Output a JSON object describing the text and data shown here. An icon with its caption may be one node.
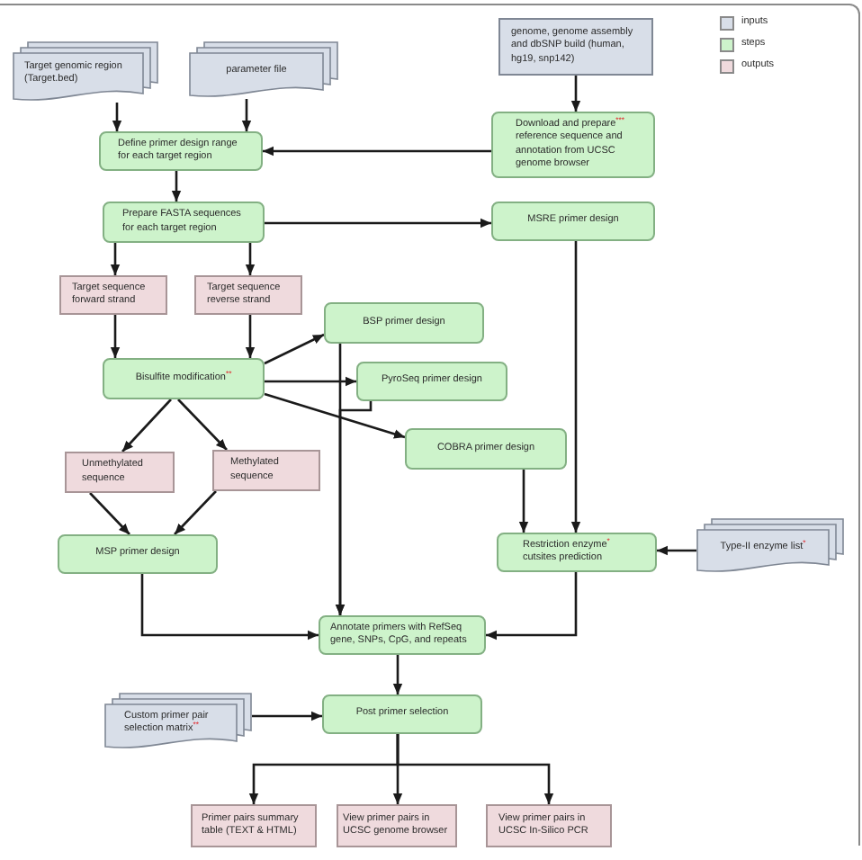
{
  "diagram": {
    "nodes": [
      {
        "text": [
          "Target genomic region (Target.bed)"
        ]
      },
      {
        "text": [
          "parameter file"
        ]
      },
      {
        "text": [
          "genome, genome assembly and dbSNP build (human, hg19, snp142)"
        ]
      },
      {
        "text": [
          "Define primer design range for each target region"
        ]
      },
      {
        "text": [
          "Download and prepare$^{***}$ reference sequence and annotation from UCSC genome browser"
        ]
      },
      {
        "text": [
          "Prepare FASTA sequences for each target region"
        ]
      },
      {
        "text": [
          "MSRE primer design"
        ]
      },
      {
        "text": [
          "Target sequence forward strand"
        ]
      },
      {
        "text": [
          "Target sequence reverse strand"
        ]
      },
      {
        "text": [
          "BSP primer design"
        ]
      },
      {
        "text": [
          "Bisulfite modification$^{**}$"
        ]
      },
      {
        "text": [
          "PyroSeq primer design"
        ]
      },
      {
        "text": [
          "COBRA primer design"
        ]
      },
      {
        "text": [
          "Unmethylated sequence"
        ]
      },
      {
        "text": [
          "Methylated sequence"
        ]
      },
      {
        "text": [
          "MSP primer design"
        ]
      },
      {
        "text": [
          "Restriction enzyme$^{*}$ cutsites prediction"
        ]
      },
      {
        "text": [
          "Type-II enzyme list$^{*}$"
        ]
      },
      {
        "text": [
          "Annotate primers with RefSeq gene, SNPs, CpG, and repeats"
        ]
      },
      {
        "text": [
          "Custom primer pair selection matrix$^{**}$"
        ]
      },
      {
        "text": [
          "Post primer selection"
        ]
      },
      {
        "text": [
          "Primer pairs summary table (TEXT & HTML)"
        ]
      },
      {
        "text": [
          "View primer pairs in UCSC genome browser"
        ]
      },
      {
        "text": [
          "View primer pairs in UCSC In-Silico PCR"
        ]
      }
    ],
    "edges": [
      {
        "from": 0,
        "to": 3,
        "arrow": "to"
      },
      {
        "from": 1,
        "to": 3,
        "arrow": "to"
      },
      {
        "from": 2,
        "to": 4,
        "arrow": "to"
      },
      {
        "from": 4,
        "to": 3,
        "arrow": "to"
      },
      {
        "from": 3,
        "to": 5,
        "arrow": "to"
      },
      {
        "from": 5,
        "to": 7,
        "arrow": "to"
      },
      {
        "from": 5,
        "to": 8,
        "arrow": "to"
      },
      {
        "from": 5,
        "to": 6,
        "arrow": "to"
      },
      {
        "from": 7,
        "to": 10,
        "arrow": "to"
      },
      {
        "from": 8,
        "to": 10,
        "arrow": "to"
      },
      {
        "from": 10,
        "to": 9,
        "arrow": "to"
      },
      {
        "from": 10,
        "to": 11,
        "arrow": "to"
      },
      {
        "from": 10,
        "to": 12,
        "arrow": "to"
      },
      {
        "from": 10,
        "to": 13,
        "arrow": "to"
      },
      {
        "from": 10,
        "to": 14,
        "arrow": "to"
      },
      {
        "from": 13,
        "to": 15,
        "arrow": "to"
      },
      {
        "from": 14,
        "to": 15,
        "arrow": "to"
      },
      {
        "from": 6,
        "to": 16,
        "arrow": "to"
      },
      {
        "from": 12,
        "to": 16,
        "arrow": "to"
      },
      {
        "from": 17,
        "to": 16,
        "arrow": "to"
      },
      {
        "from": 9,
        "to": 18,
        "arrow": "to"
      },
      {
        "from": 11,
        "to": 18,
        "arrow": "to"
      },
      {
        "from": 15,
        "to": 18,
        "arrow": "to"
      },
      {
        "from": 16,
        "to": 18,
        "arrow": "to"
      },
      {
        "from": 19,
        "to": 20,
        "arrow": "to"
      },
      {
        "from": 18,
        "to": 20,
        "arrow": "to"
      },
      {
        "from": 20,
        "to": 21,
        "arrow": "to"
      },
      {
        "from": 20,
        "to": 22,
        "arrow": "to"
      },
      {
        "from": 20,
        "to": 23,
        "arrow": "to"
      }
    ],
    "legend": [
      {
        "text": "inputs",
        "color": "#d8dee8"
      },
      {
        "text": "steps",
        "color": "#cdf3cb"
      },
      {
        "text": "outputs",
        "color": "#efdadd"
      }
    ]
  }
}
